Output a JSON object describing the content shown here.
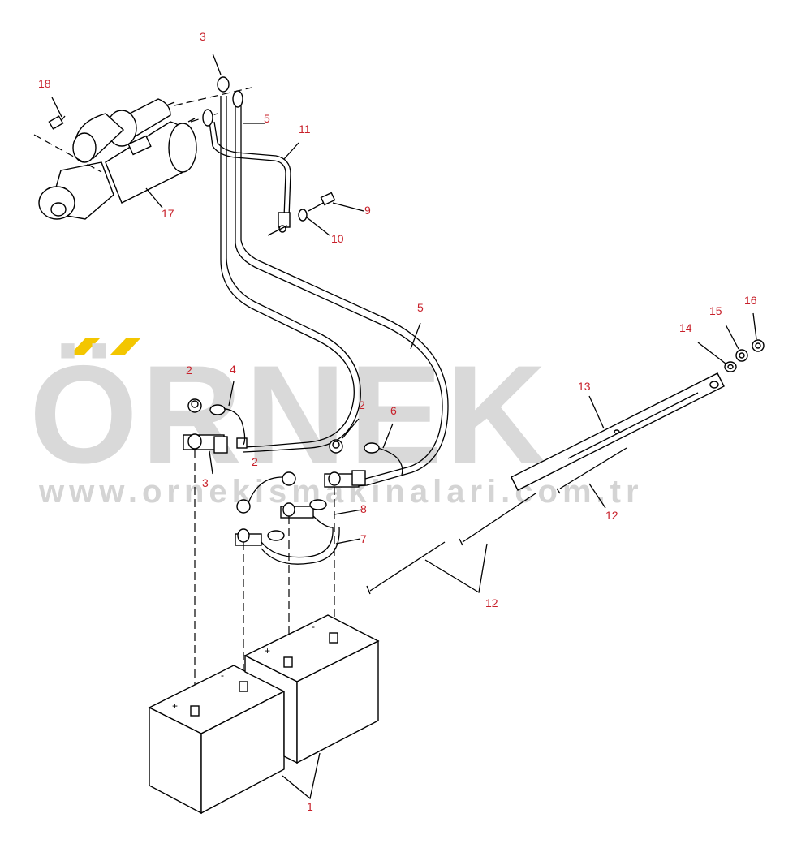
{
  "watermark": {
    "brand": "ÖRNEK",
    "url": "www.ornekismakinalari.com.tr",
    "accent_color": "#f3c600"
  },
  "callouts": {
    "c1": "1",
    "c2a": "2",
    "c2b": "2",
    "c2c": "2",
    "c3a": "3",
    "c3b": "3",
    "c4": "4",
    "c5a": "5",
    "c5b": "5",
    "c6": "6",
    "c7": "7",
    "c8": "8",
    "c9": "9",
    "c10": "10",
    "c11": "11",
    "c12a": "12",
    "c12b": "12",
    "c13": "13",
    "c14": "14",
    "c15": "15",
    "c16": "16",
    "c17": "17",
    "c18": "18"
  },
  "battery_signs": {
    "left_plus": "+",
    "left_minus": "-",
    "right_plus": "+",
    "right_minus": "-"
  },
  "colors": {
    "callout": "#c8202a",
    "watermark": "#d9d9d9",
    "line": "#000000"
  }
}
